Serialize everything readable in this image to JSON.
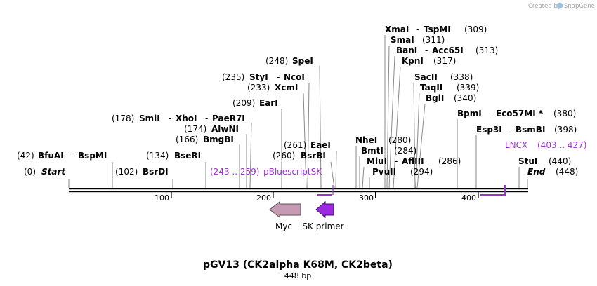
{
  "credit": {
    "prefix": "Created by",
    "brand": "SnapGene"
  },
  "title": "pGV13 (CK2alpha K68M, CK2beta)",
  "length_label": "448 bp",
  "features": {
    "myc": "Myc",
    "sk_primer": "SK primer",
    "pbluescriptsk_label": "pBluescriptSK",
    "pbluescriptsk_range": "(243 .. 259)",
    "lncx_label": "LNCX",
    "lncx_range": "(403 .. 427)"
  },
  "ticks": [
    "100",
    "200",
    "300",
    "400"
  ],
  "sites": {
    "start_pos": "(0)",
    "start_name": "Start",
    "bfuai_pos": "(42)",
    "bfuai_name": "BfuAI",
    "bfuai_name2": "BspMI",
    "bsrdi_pos": "(102)",
    "bsrdi_name": "BsrDI",
    "bseri_pos": "(134)",
    "bseri_name": "BseRI",
    "bmgbi_pos": "(166)",
    "bmgbi_name": "BmgBI",
    "alwni_pos": "(174)",
    "alwni_name": "AlwNI",
    "smli_pos": "(178)",
    "smli_name": "SmlI",
    "smli_name2": "XhoI",
    "smli_name3": "PaeR7I",
    "eari_pos": "(209)",
    "eari_name": "EarI",
    "xcmi_pos": "(233)",
    "xcmi_name": "XcmI",
    "styi_pos": "(235)",
    "styi_name": "StyI",
    "styi_name2": "NcoI",
    "spei_pos": "(248)",
    "spei_name": "SpeI",
    "bsrbi_pos": "(260)",
    "bsrbi_name": "BsrBI",
    "eaei_pos": "(261)",
    "eaei_name": "EaeI",
    "nhei_pos": "(280)",
    "nhei_name": "NheI",
    "bmti_pos": "(284)",
    "bmti_name": "BmtI",
    "mlui_pos": "(286)",
    "mlui_name": "MluI",
    "mlui_name2": "AflIII",
    "pvuii_pos": "(294)",
    "pvuii_name": "PvuII",
    "xmai_pos": "(309)",
    "xmai_name": "XmaI",
    "xmai_name2": "TspMI",
    "smai_pos": "(311)",
    "smai_name": "SmaI",
    "bani_pos": "(313)",
    "bani_name": "BanI",
    "bani_name2": "Acc65I",
    "kpni_pos": "(317)",
    "kpni_name": "KpnI",
    "sacii_pos": "(338)",
    "sacii_name": "SacII",
    "taqii_pos": "(339)",
    "taqii_name": "TaqII",
    "bgli_pos": "(340)",
    "bgli_name": "BglI",
    "bpmi_pos": "(380)",
    "bpmi_name": "BpmI",
    "bpmi_name2": "Eco57MI *",
    "esp3i_pos": "(398)",
    "esp3i_name": "Esp3I",
    "esp3i_name2": "BsmBI",
    "stui_pos": "(440)",
    "stui_name": "StuI",
    "end_pos": "(448)",
    "end_name": "End"
  }
}
